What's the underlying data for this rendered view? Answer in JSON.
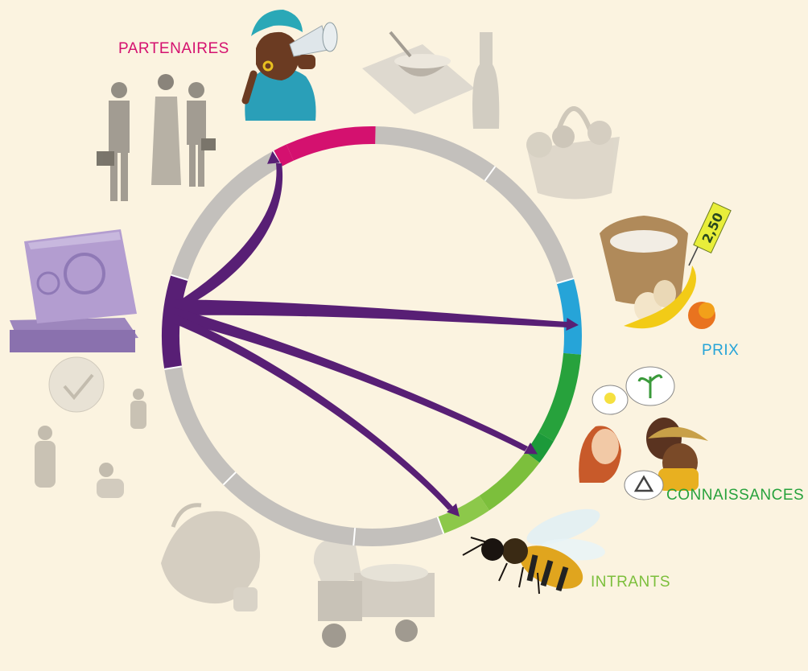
{
  "diagram": {
    "categories": {
      "partenaires": {
        "label": "PARTENAIRES",
        "color": "#d4116f"
      },
      "prix": {
        "label": "PRIX",
        "color": "#26a4d8"
      },
      "connaissances": {
        "label": "CONNAISSANCES",
        "color": "#27a23c"
      },
      "intrants": {
        "label": "INTRANTS",
        "color": "#7cbf3c"
      }
    },
    "source_color": "#581f75",
    "inactive_color": "#c3c0bc",
    "price_tag": "2,50",
    "icons": [
      "woman-megaphone-icon",
      "bowl-and-bottle-icon",
      "basket-icon",
      "flour-eggs-fruit-icon",
      "people-talking-icon",
      "bee-icon",
      "tricycle-truck-icon",
      "recycle-icon",
      "people-ideas-icon",
      "banknotes-icon",
      "business-people-icon",
      "crops-icon"
    ]
  }
}
